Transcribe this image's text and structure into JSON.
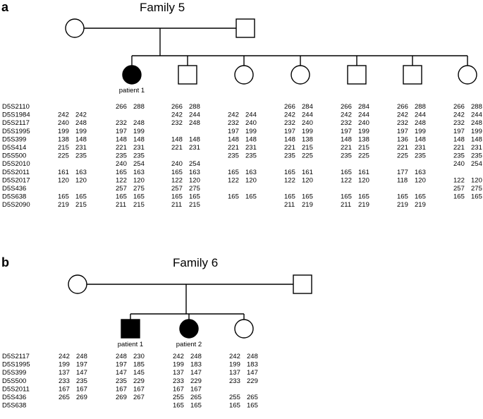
{
  "colors": {
    "line": "#000000",
    "affected": "#000000",
    "unaffected": "#ffffff"
  },
  "family5": {
    "panel_letter": "a",
    "title": "Family 5",
    "markers": [
      "D5S2110",
      "D5S1984",
      "D5S2117",
      "D5S1995",
      "D5S399",
      "D5S414",
      "D5S500",
      "D5S2010",
      "D5S2011",
      "D5S2017",
      "D5S436",
      "D5S638",
      "D5S2090"
    ],
    "parents": [
      {
        "sex": "female",
        "affected": false,
        "label": ""
      },
      {
        "sex": "male",
        "affected": false,
        "label": ""
      }
    ],
    "children": [
      {
        "sex": "female",
        "affected": true,
        "label": "patient 1"
      },
      {
        "sex": "male",
        "affected": false,
        "label": ""
      },
      {
        "sex": "female",
        "affected": false,
        "label": ""
      },
      {
        "sex": "female",
        "affected": false,
        "label": ""
      },
      {
        "sex": "male",
        "affected": false,
        "label": ""
      },
      {
        "sex": "male",
        "affected": false,
        "label": ""
      },
      {
        "sex": "female",
        "affected": false,
        "label": ""
      }
    ],
    "haplotype_columns": [
      [
        "",
        "242 242",
        "240 248",
        "199 199",
        "138 148",
        "215 231",
        "225 235",
        "",
        "161 163",
        "120 120",
        "",
        "165 165",
        "219 215"
      ],
      [
        "266 288",
        "",
        "232 248",
        "197 199",
        "148 148",
        "221 231",
        "235 235",
        "240 254",
        "165 163",
        "122 120",
        "257 275",
        "165 165",
        "211 215"
      ],
      [
        "266 288",
        "242 244",
        "232 248",
        "",
        "148 148",
        "221 231",
        "",
        "240 254",
        "165 163",
        "122 120",
        "257 275",
        "165 165",
        "211 215"
      ],
      [
        "",
        "242 244",
        "232 240",
        "197 199",
        "148 148",
        "221 231",
        "235 235",
        "",
        "165 163",
        "122 120",
        "",
        "165 165",
        ""
      ],
      [
        "266 284",
        "242 244",
        "232 240",
        "197 199",
        "148 138",
        "221 215",
        "235 225",
        "",
        "165 161",
        "122 120",
        "",
        "165 165",
        "211 219"
      ],
      [
        "266 284",
        "242 244",
        "232 240",
        "197 199",
        "148 138",
        "221 215",
        "235 225",
        "",
        "165 161",
        "122 120",
        "",
        "165 165",
        "211 219"
      ],
      [
        "266 288",
        "242 244",
        "232 248",
        "197 199",
        "136 148",
        "221 231",
        "225 235",
        "",
        "177 163",
        "118 120",
        "",
        "165 165",
        "219 219"
      ],
      [
        "266 288",
        "242 244",
        "232 248",
        "197 199",
        "148 148",
        "221 231",
        "235 235",
        "240 254",
        "",
        "122 120",
        "257 275",
        "165 165",
        ""
      ]
    ]
  },
  "family6": {
    "panel_letter": "b",
    "title": "Family 6",
    "markers": [
      "D5S2117",
      "D5S1995",
      "D5S399",
      "D5S500",
      "D5S2011",
      "D5S436",
      "D5S638"
    ],
    "parents": [
      {
        "sex": "female",
        "affected": false,
        "label": ""
      },
      {
        "sex": "male",
        "affected": false,
        "label": ""
      }
    ],
    "children": [
      {
        "sex": "male",
        "affected": true,
        "label": "patient 1"
      },
      {
        "sex": "female",
        "affected": true,
        "label": "patient 2"
      },
      {
        "sex": "female",
        "affected": false,
        "label": ""
      }
    ],
    "haplotype_columns": [
      [
        "242 248",
        "199 197",
        "137 147",
        "233 235",
        "167 167",
        "265 269",
        ""
      ],
      [
        "248 230",
        "197 185",
        "147 145",
        "235 229",
        "167 167",
        "269 267",
        ""
      ],
      [
        "242 248",
        "199 183",
        "137 147",
        "233 229",
        "167 167",
        "255 265",
        "165 165"
      ],
      [
        "242 248",
        "199 183",
        "137 147",
        "233 229",
        "",
        "255 265",
        "165 165"
      ]
    ]
  }
}
